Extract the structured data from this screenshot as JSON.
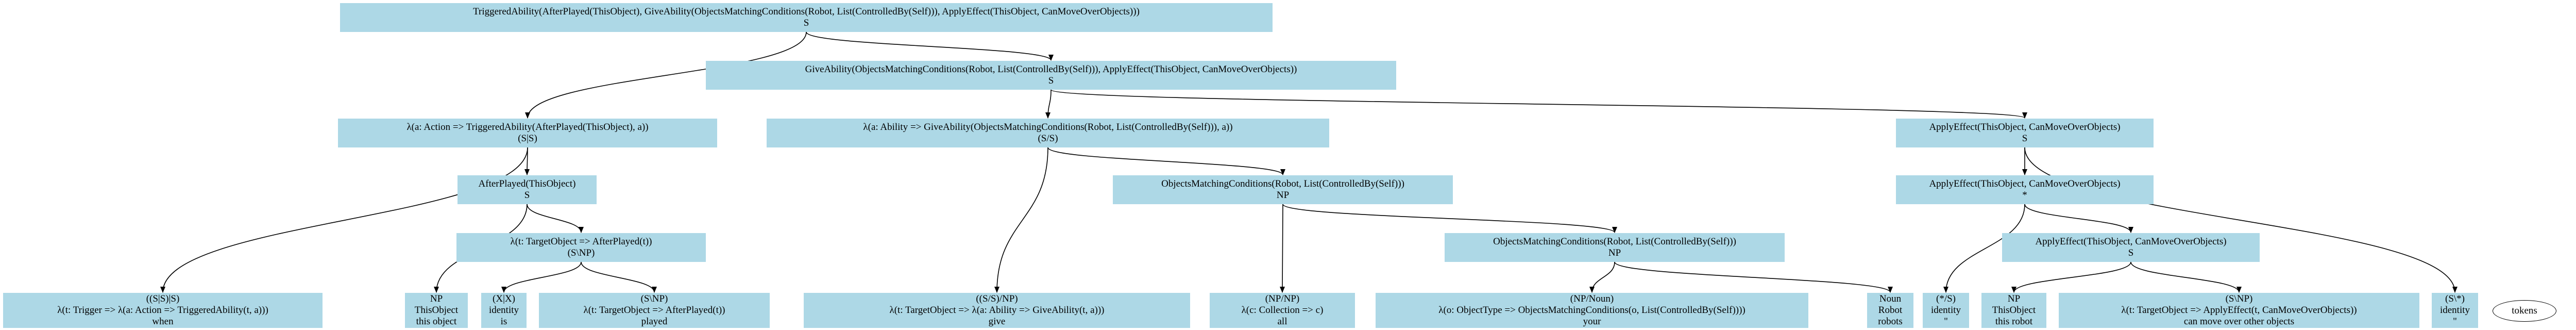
{
  "nodes": {
    "root": {
      "expr": "TriggeredAbility(AfterPlayed(ThisObject), GiveAbility(ObjectsMatchingConditions(Robot, List(ControlledBy(Self))), ApplyEffect(ThisObject, CanMoveOverObjects)))",
      "cat": "S"
    },
    "give": {
      "expr": "GiveAbility(ObjectsMatchingConditions(Robot, List(ControlledBy(Self))), ApplyEffect(ThisObject, CanMoveOverObjects))",
      "cat": "S"
    },
    "lamA": {
      "expr": "λ(a: Action => TriggeredAbility(AfterPlayed(ThisObject), a))",
      "cat": "(S|S)"
    },
    "lamAb": {
      "expr": "λ(a: Ability => GiveAbility(ObjectsMatchingConditions(Robot, List(ControlledBy(Self))), a))",
      "cat": "(S/S)"
    },
    "apply1": {
      "expr": "ApplyEffect(ThisObject, CanMoveOverObjects)",
      "cat": "S"
    },
    "after": {
      "expr": "AfterPlayed(ThisObject)",
      "cat": "S"
    },
    "omc1": {
      "expr": "ObjectsMatchingConditions(Robot, List(ControlledBy(Self)))",
      "cat": "NP"
    },
    "apply2": {
      "expr": "ApplyEffect(ThisObject, CanMoveOverObjects)",
      "cat": "*"
    },
    "lamT": {
      "expr": "λ(t: TargetObject => AfterPlayed(t))",
      "cat": "(S\\NP)"
    },
    "omc2": {
      "expr": "ObjectsMatchingConditions(Robot, List(ControlledBy(Self)))",
      "cat": "NP"
    },
    "apply3": {
      "expr": "ApplyEffect(ThisObject, CanMoveOverObjects)",
      "cat": "S"
    },
    "when": {
      "cat": "((S|S)|S)",
      "expr": "λ(t: Trigger => λ(a: Action => TriggeredAbility(t, a)))",
      "word": "when"
    },
    "this_obj": {
      "cat": "NP",
      "expr": "ThisObject",
      "word": "this object"
    },
    "is": {
      "cat": "(X|X)",
      "expr": "identity",
      "word": "is"
    },
    "played": {
      "cat": "(S\\NP)",
      "expr": "λ(t: TargetObject => AfterPlayed(t))",
      "word": "played"
    },
    "give_w": {
      "cat": "((S/S)/NP)",
      "expr": "λ(t: TargetObject => λ(a: Ability => GiveAbility(t, a)))",
      "word": "give"
    },
    "all": {
      "cat": "(NP/NP)",
      "expr": "λ(c: Collection => c)",
      "word": "all"
    },
    "your": {
      "cat": "(NP/Noun)",
      "expr": "λ(o: ObjectType => ObjectsMatchingConditions(o, List(ControlledBy(Self))))",
      "word": "your"
    },
    "robots": {
      "cat": "Noun",
      "expr": "Robot",
      "word": "robots"
    },
    "quote": {
      "cat": "(*/S)",
      "expr": "identity",
      "word": "\""
    },
    "this_robot": {
      "cat": "NP",
      "expr": "ThisObject",
      "word": "this robot"
    },
    "can_move": {
      "cat": "(S\\NP)",
      "expr": "λ(t: TargetObject => ApplyEffect(t, CanMoveOverObjects))",
      "word": "can move over other objects"
    },
    "quote2": {
      "cat": "(S\\*)",
      "expr": "identity",
      "word": "\""
    }
  },
  "tokens_label": "tokens"
}
